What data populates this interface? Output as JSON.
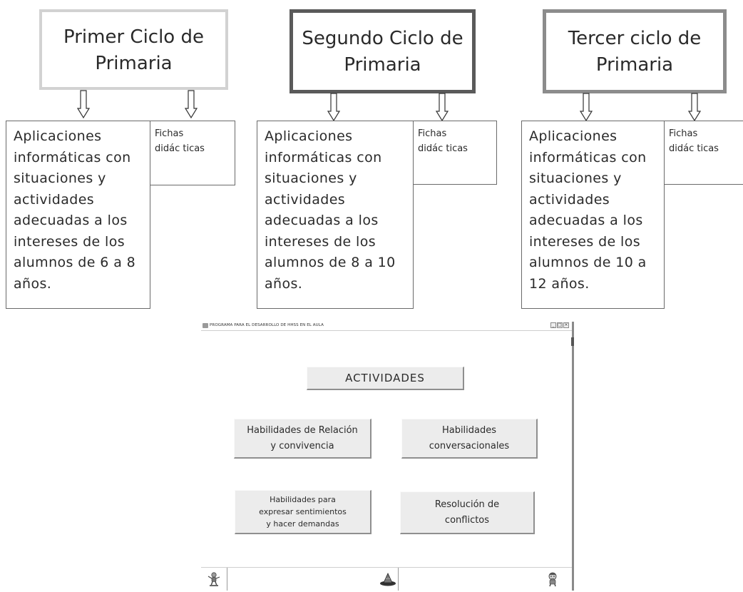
{
  "cycles": [
    {
      "title": "Primer Ciclo de\nPrimaria",
      "apps_text": "Aplicaciones\ninformáticas con\nsituaciones y\nactividades\nadecuadas a los\nintereses de los\nalumnos de 6 a 8\naños.",
      "fichas_text": "Fichas\ndidác ticas"
    },
    {
      "title": "Segundo Ciclo de\nPrimaria",
      "apps_text": "Aplicaciones\ninformáticas con\nsituaciones y\nactividades\nadecuadas a los\nintereses de los\nalumnos de 8 a 10\naños.",
      "fichas_text": "Fichas\ndidác ticas"
    },
    {
      "title": "Tercer ciclo de\nPrimaria",
      "apps_text": "Aplicaciones\ninformáticas con\nsituaciones y\nactividades\nadecuadas a los\nintereses de los\nalumnos de 10 a\n12 años.",
      "fichas_text": "Fichas\ndidác ticas"
    }
  ],
  "window": {
    "title": "PROGRAMA PARA EL DESARROLLO DE HHSS EN EL AULA",
    "controls": [
      "_",
      "□",
      "×"
    ],
    "heading_button": "ACTIVIDADES",
    "buttons": {
      "relacion": "Habilidades de Relación\ny convivencia",
      "conversacionales": "Habilidades\nconversacionales",
      "expresar": "Habilidades para\nexpresar sentimientos\ny hacer demandas",
      "resolucion": "Resolución de\nconflictos"
    },
    "bottom_icons": [
      "character-left-icon",
      "hat-icon",
      "character-right-icon"
    ]
  },
  "colors": {
    "cycle1_border": "#d2d2d2",
    "cycle2_border": "#5a5a5a",
    "cycle3_border": "#8c8c8c",
    "button_face": "#ececec"
  }
}
